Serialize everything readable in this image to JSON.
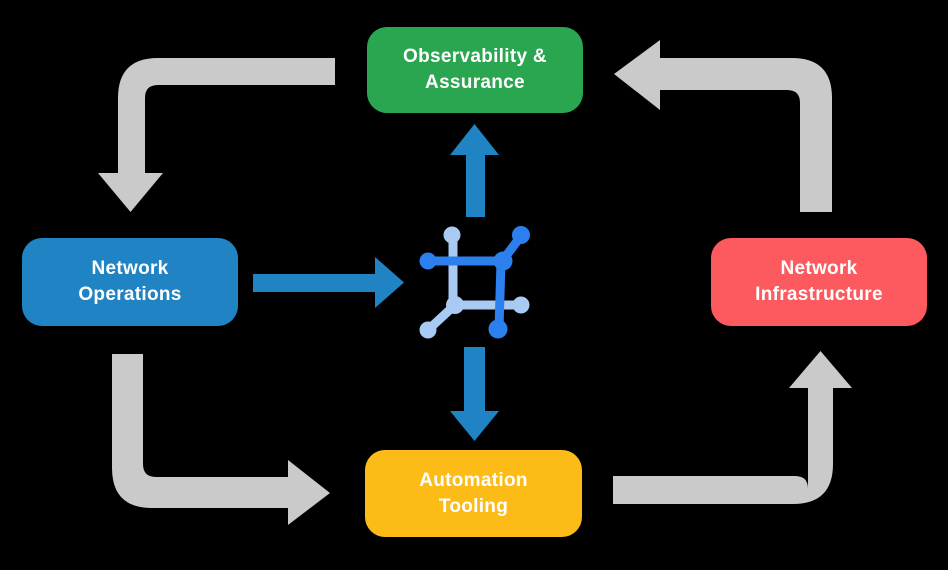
{
  "colors": {
    "background": "#000000",
    "text": "#FFFFFF",
    "arrow_gray": "#CACACA",
    "arrow_blue": "#1F83C4"
  },
  "nodes": {
    "observability": {
      "label": "Observability &\nAssurance",
      "color": "#2AA651"
    },
    "operations": {
      "label": "Network\nOperations",
      "color": "#1F83C4"
    },
    "infrastructure": {
      "label": "Network\nInfrastructure",
      "color": "#FC5A5F"
    },
    "automation": {
      "label": "Automation\nTooling",
      "color": "#FCBB17"
    }
  },
  "edges": [
    {
      "id": "observability-to-operations",
      "from": "observability",
      "to": "operations",
      "color": "#CACACA",
      "style": "elbow"
    },
    {
      "id": "operations-to-automation",
      "from": "operations",
      "to": "automation",
      "color": "#CACACA",
      "style": "elbow"
    },
    {
      "id": "automation-to-infrastructure",
      "from": "automation",
      "to": "infrastructure",
      "color": "#CACACA",
      "style": "elbow"
    },
    {
      "id": "infrastructure-to-observability",
      "from": "infrastructure",
      "to": "observability",
      "color": "#CACACA",
      "style": "elbow"
    },
    {
      "id": "operations-to-center",
      "from": "operations",
      "to": "center",
      "color": "#1F83C4",
      "style": "straight"
    },
    {
      "id": "center-to-observability",
      "from": "center",
      "to": "observability",
      "color": "#1F83C4",
      "style": "straight"
    },
    {
      "id": "center-to-automation",
      "from": "center",
      "to": "automation",
      "color": "#1F83C4",
      "style": "straight"
    }
  ],
  "icon": {
    "name": "network-automation-icon",
    "light_color": "#A9CAF3",
    "bright_color": "#2B80EE"
  }
}
